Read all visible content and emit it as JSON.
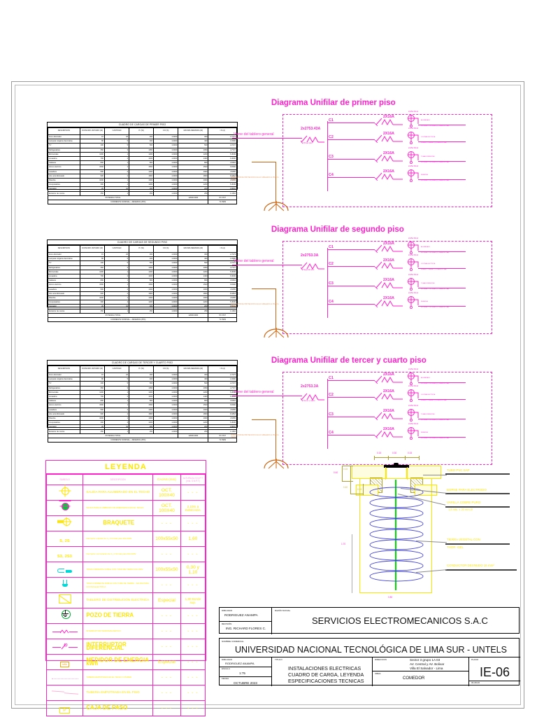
{
  "sheet": {
    "load_tables": [
      {
        "title": "CUADRO DE CARGAS DE PRIMER PISO",
        "headers": [
          "DESCRIPCION",
          "CONSUMO UNITARIO (W)",
          "CANTIDAD",
          "P.I (W)",
          "F.D (%)",
          "MAXIMA DEMANDA (W)",
          "I.N (A)"
        ],
        "rows": [
          [
            "Foco ahorrador",
            "15",
            "20",
            "300",
            "1.0000",
            "300",
            "2.7273"
          ],
          [
            "Lampara colgante decorativa",
            "80",
            "5",
            "400",
            "1.0000",
            "400",
            "1.8182"
          ],
          [
            "TV",
            "100",
            "5",
            "500",
            "1.0000",
            "500",
            "2.2727"
          ],
          [
            "Refrigeradora",
            "350",
            "3",
            "1050",
            "1.0000",
            "1050",
            "4.7727"
          ],
          [
            "Microondas",
            "1200",
            "1",
            "1200",
            "1.0000",
            "1200",
            "5.4545"
          ],
          [
            "Licuadora",
            "700",
            "2",
            "1400",
            "1.0000",
            "1400",
            "6.3636"
          ],
          [
            "Cafetera",
            "800",
            "1",
            "800",
            "1.0000",
            "800",
            "3.6364"
          ],
          [
            "Horno electrico",
            "1500",
            "1",
            "1500",
            "1.0000",
            "1500",
            "6.8182"
          ],
          [
            "Lavadora",
            "500",
            "2",
            "1000",
            "1.0000",
            "1000",
            "4.5455"
          ],
          [
            "Aire acondicionado",
            "900",
            "2",
            "1800",
            "1.0000",
            "1800",
            "8.1818"
          ],
          [
            "Plancha",
            "1000",
            "1",
            "1000",
            "1.0000",
            "1000",
            "4.5455"
          ],
          [
            "Computadora",
            "300",
            "4",
            "1200",
            "1.0000",
            "1200",
            "5.4545"
          ],
          [
            "Cargador",
            "20",
            "10",
            "200",
            "1.0000",
            "200",
            "0.9091"
          ],
          [
            "Extractor de cocina",
            "250",
            "1",
            "250",
            "1.0000",
            "250",
            "1.1364"
          ]
        ],
        "total_label": "POTENCIA TOTAL",
        "total_value": "12600.0000",
        "total_current": "57.2727",
        "reserve_label": "CORRIENTE NOMINAL + RESERVA (25%)",
        "reserve_value": "71.5909"
      },
      {
        "title": "CUADRO DE CARGAS DE SEGUNDO PISO",
        "headers": [
          "DESCRIPCION",
          "CONSUMO UNITARIO (W)",
          "CANTIDAD",
          "P.I (W)",
          "F.D (%)",
          "MAXIMA DEMANDA (W)",
          "I.N (A)"
        ],
        "rows": [
          [
            "Foco ahorrador",
            "15",
            "20",
            "300",
            "1.0000",
            "300",
            "2.7273"
          ],
          [
            "Lampara colgante decorativa",
            "80",
            "5",
            "400",
            "1.0000",
            "400",
            "1.8182"
          ],
          [
            "TV",
            "100",
            "5",
            "500",
            "1.0000",
            "500",
            "2.2727"
          ],
          [
            "Refrigeradora",
            "350",
            "3",
            "1050",
            "1.0000",
            "1050",
            "4.7727"
          ],
          [
            "Microondas",
            "1200",
            "1",
            "1200",
            "1.0000",
            "1200",
            "5.4545"
          ],
          [
            "Licuadora",
            "700",
            "2",
            "1400",
            "1.0000",
            "1400",
            "6.3636"
          ],
          [
            "Cafetera",
            "800",
            "1",
            "800",
            "1.0000",
            "800",
            "3.6364"
          ],
          [
            "Horno electrico",
            "1500",
            "1",
            "1500",
            "1.0000",
            "1500",
            "6.8182"
          ],
          [
            "Lavadora",
            "500",
            "2",
            "1000",
            "1.0000",
            "1000",
            "4.5455"
          ],
          [
            "Aire acondicionado",
            "900",
            "2",
            "1800",
            "1.0000",
            "1800",
            "8.1818"
          ],
          [
            "Plancha",
            "1000",
            "1",
            "1000",
            "1.0000",
            "1000",
            "4.5455"
          ],
          [
            "Computadora",
            "300",
            "4",
            "1200",
            "1.0000",
            "1200",
            "5.4545"
          ],
          [
            "Cargador",
            "20",
            "10",
            "200",
            "1.0000",
            "200",
            "0.9091"
          ],
          [
            "Extractor de cocina",
            "250",
            "1",
            "250",
            "1.0000",
            "250",
            "1.1364"
          ]
        ],
        "total_label": "POTENCIA TOTAL",
        "total_value": "12600.0000",
        "total_current": "57.2727",
        "reserve_label": "CORRIENTE NOMINAL + RESERVA (25%)",
        "reserve_value": "71.5909"
      },
      {
        "title": "CUADRO DE CARGAS DE TERCER Y CUARTO PISO",
        "headers": [
          "DESCRIPCION",
          "CONSUMO UNITARIO (W)",
          "CANTIDAD",
          "P.I (W)",
          "F.D (%)",
          "MAXIMA DEMANDA (W)",
          "I.N (A)"
        ],
        "rows": [
          [
            "Foco ahorrador",
            "15",
            "20",
            "300",
            "1.0000",
            "300",
            "2.7273"
          ],
          [
            "Lampara colgante decorativa",
            "80",
            "5",
            "400",
            "1.0000",
            "400",
            "1.8182"
          ],
          [
            "TV",
            "100",
            "5",
            "500",
            "1.0000",
            "500",
            "2.2727"
          ],
          [
            "Refrigeradora",
            "350",
            "3",
            "1050",
            "1.0000",
            "1050",
            "4.7727"
          ],
          [
            "Microondas",
            "1200",
            "1",
            "1200",
            "1.0000",
            "1200",
            "5.4545"
          ],
          [
            "Licuadora",
            "700",
            "2",
            "1400",
            "1.0000",
            "1400",
            "6.3636"
          ],
          [
            "Cafetera",
            "800",
            "1",
            "800",
            "1.0000",
            "800",
            "3.6364"
          ],
          [
            "Horno electrico",
            "1500",
            "1",
            "1500",
            "1.0000",
            "1500",
            "6.8182"
          ],
          [
            "Lavadora",
            "500",
            "2",
            "1000",
            "1.0000",
            "1000",
            "4.5455"
          ],
          [
            "Aire acondicionado",
            "900",
            "2",
            "1800",
            "1.0000",
            "1800",
            "8.1818"
          ],
          [
            "Plancha",
            "1000",
            "1",
            "1000",
            "1.0000",
            "1000",
            "4.5455"
          ],
          [
            "Computadora",
            "300",
            "4",
            "1200",
            "1.0000",
            "1200",
            "5.4545"
          ],
          [
            "Cargador",
            "20",
            "10",
            "200",
            "1.0000",
            "200",
            "0.9091"
          ],
          [
            "Extractor de cocina",
            "250",
            "1",
            "250",
            "1.0000",
            "250",
            "1.1364"
          ]
        ],
        "total_label": "POTENCIA TOTAL",
        "total_value": "12600.0000",
        "total_current": "57.2727",
        "reserve_label": "CORRIENTE NOMINAL + RESERVA (25%)",
        "reserve_value": "71.5909"
      }
    ],
    "leyenda": {
      "title": "LEYENDA",
      "headers": [
        "SIMBOLO",
        "DESCRIPCION",
        "CAJAS (mm)",
        "ALTURA AL S.N.P.T (mts. S.N.P.T)"
      ],
      "rows": [
        {
          "symbol": "ceiling-light-outlet",
          "desc": "SALIDA PARA ALUMBRADO EN EL TECHO",
          "cajas": "OCT. 100X40",
          "altura": "- - -"
        },
        {
          "symbol": "ceiling-light-outlet-filled",
          "desc": "SALIDA PARA ALUMBRADO DE EMERGENCIA EN EL TECHO",
          "cajas": "OCT. 100X40",
          "altura": "2,10m a INDICADA"
        },
        {
          "symbol": "braquete",
          "desc": "BRAQUETE",
          "cajas": "- - -",
          "altura": "- - -"
        },
        {
          "symbol": "switch-simple",
          "desc": "Interruptor unipolar de 1 y 2 formas para 10A 220V",
          "cajas": "100x55x50",
          "altura": "1,60",
          "sym_text": "S, 2S"
        },
        {
          "symbol": "switch-triple",
          "desc": "Interruptor conmutacion de 1 y 2 formas para 10A 220V",
          "cajas": "- - -",
          "altura": "- - -",
          "sym_text": "S3, 2S3"
        },
        {
          "symbol": "tomacorriente",
          "desc": "TOMACORRIENTE DOBLE CON TOMA DE TIERRA 16A 220V",
          "cajas": "100x55x50",
          "altura": "0,30 y 1,10"
        },
        {
          "symbol": "tomacorriente-alto",
          "desc": "TOMA CORRIENTE DOBLE CON TOMA DE TIERRA - SALIDA PARA COCINA ELECTRICA",
          "cajas": "- - -",
          "altura": "- - -"
        },
        {
          "symbol": "tablero",
          "desc": "TABLERO DE DISTRIBUCION ELECTRICA",
          "cajas": "Especial",
          "altura": "1,80 Borde sup."
        },
        {
          "symbol": "pozo-tierra",
          "desc": "POZO DE TIERRA",
          "cajas": "- - -",
          "altura": "- - -"
        },
        {
          "symbol": "interruptor-termomagnetico",
          "desc": "INTERRUPTOR TERMOMAGNETICO",
          "cajas": "- - -",
          "altura": "- - -"
        },
        {
          "symbol": "interruptor-diferencial",
          "desc": "INTERRUPTOR DIFERENCIAL",
          "cajas": "- - -",
          "altura": "- - -"
        },
        {
          "symbol": "medidor-kwh",
          "desc": "MEDIDOR DE ENERGIA kWh",
          "cajas": "Especial",
          "altura": "- - -",
          "sym_text": "kWh"
        },
        {
          "symbol": "tuberia-techo",
          "desc": "TUBERIA EMPOTRADA EN EL TECHO O PARED",
          "cajas": "- - -",
          "altura": "- - -"
        },
        {
          "symbol": "tuberia-piso",
          "desc": "TUBERIA EMPOTRADA EN EL PISO",
          "cajas": "- - -",
          "altura": "- - -"
        },
        {
          "symbol": "caja-de-paso",
          "desc": "CAJA DE PASO",
          "cajas": "- - -",
          "altura": "- - -",
          "sym_text": "P"
        }
      ]
    },
    "unifilares": [
      {
        "title": "Diagrama Unifilar de primer piso",
        "feed_label": "Viene del tablero general",
        "main_breaker": "2x2753.43A",
        "main_sub": "Primer piso",
        "ground_note": "CONDUCTOR DE PROTECCION 10mm2 CABLEADO AL POZO A TIERRA",
        "circuits": [
          {
            "id": "C1",
            "breaker": "2X16A",
            "diff": "2x25A 30mA",
            "desc": "ALUMBRADO",
            "sub": "2x2.5mm2 + 1x2.5mm2 (T) 20mmPVC-SAP"
          },
          {
            "id": "C2",
            "breaker": "2X16A",
            "diff": "2x25A 30mA",
            "desc": "COCINA ELECTRICA",
            "sub": "2x4mm2 + 1x4mm2 (T) 25mmPVC-SAP"
          },
          {
            "id": "C3",
            "breaker": "2X16A",
            "diff": "2x25A 30mA",
            "desc": "TOMACORRIENTES",
            "sub": "2x2.5mm2 + 1x2.5mm2 (T) 20mmPVC-SAP"
          },
          {
            "id": "C4",
            "breaker": "2X16A",
            "diff": "2x25A 30mA",
            "desc": "RESERVA",
            "sub": "2x2.5mm2 + 1x2.5mm2 (T) 20mmPVC-SAP"
          }
        ]
      },
      {
        "title": "Diagrama Unifilar de segundo piso",
        "feed_label": "Viene del tablero general",
        "main_breaker": "2x2753.3A",
        "main_sub": "Segundo piso",
        "ground_note": "CONDUCTOR DE PROTECCION 10mm2 CABLEADO AL POZO A TIERRA",
        "circuits": [
          {
            "id": "C1",
            "breaker": "2X16A",
            "diff": "2x25A 30mA",
            "desc": "ALUMBRADO",
            "sub": "2x2.5mm2 + 1x2.5mm2 (T) 20mmPVC-SAP"
          },
          {
            "id": "C2",
            "breaker": "2X16A",
            "diff": "2x25A 30mA",
            "desc": "COCINA ELECTRICA",
            "sub": "2x4mm2 + 1x4mm2 (T) 25mmPVC-SAP"
          },
          {
            "id": "C3",
            "breaker": "2X16A",
            "diff": "2x25A 30mA",
            "desc": "TOMACORRIENTES",
            "sub": "2x2.5mm2 + 1x2.5mm2 (T) 20mmPVC-SAP"
          },
          {
            "id": "C4",
            "breaker": "2X16A",
            "diff": "2x25A 30mA",
            "desc": "RESERVA",
            "sub": "2x2.5mm2 + 1x2.5mm2 (T) 20mmPVC-SAP"
          }
        ]
      },
      {
        "title": "Diagrama Unifilar de tercer y cuarto piso",
        "feed_label": "Viene del tablero general",
        "main_breaker": "2x2753.3A",
        "main_sub": "Tercer y cuarto",
        "ground_note": "CONDUCTOR DE PROTECCION 10mm2 CABLEADO AL POZO A TIERRA",
        "circuits": [
          {
            "id": "C1",
            "breaker": "2X16A",
            "diff": "2x25A 30mA",
            "desc": "ALUMBRADO",
            "sub": "2x2.5mm2 + 1x2.5mm2 (T) 20mmPVC-SAP"
          },
          {
            "id": "C2",
            "breaker": "2X16A",
            "diff": "2x25A 30mA",
            "desc": "COCINA ELECTRICA",
            "sub": "2x4mm2 + 1x4mm2 (T) 25mmPVC-SAP"
          },
          {
            "id": "C3",
            "breaker": "2X16A",
            "diff": "2x25A 30mA",
            "desc": "TOMACORRIENTES",
            "sub": "2x2.5mm2 + 1x2.5mm2 (T) 20mmPVC-SAP"
          },
          {
            "id": "C4",
            "breaker": "2X16A",
            "diff": "2x25A 30mA",
            "desc": "RESERVA",
            "sub": "2x2.5mm2 + 1x2.5mm2 (T) 20mmPVC-SAP"
          }
        ]
      }
    ],
    "pozo_detalle": {
      "labels": [
        "TUBO PVC SAP",
        "BORNE PARA ELECTRODO",
        "VARILLA COBRE PURO",
        "1,8 mts. x 20 mm Ø",
        "TIERRA VEGETAL CON",
        "THOR -GEL",
        "CONDUCTOR DESNUDO 16 mm²"
      ],
      "dims": {
        "top_left": "0.15",
        "top_mid": "0.30",
        "top_right": "0.15",
        "side_a": "0.40",
        "side_b": "0.15",
        "side_c": "0.40",
        "side_d": "0.15",
        "depth": "1.70",
        "width": "0.80"
      }
    },
    "title_block": {
      "dibujado_cap": "DIBUJADO",
      "dibujado_val": "RODRIGUEZ ANAMPA",
      "revision_cap": "REVISIÓN",
      "revision_val": "ING. RICHARD FLORES C.",
      "razon_social_cap": "RAZÓN SOCIAL",
      "razon_social_val": "SERVICIOS ELECTROMECANICOS S.A.C",
      "nombre_comercial_cap": "NOMBRE COMERCIAL",
      "nombre_comercial_val": "UNIVERSIDAD NACIONAL TECNOLÓGICA DE LIMA SUR - UNTELS",
      "dibujado2_cap": "DIBUJADO",
      "dibujado2_val": "RODRIGUEZ ANAMPA",
      "escala_cap": "ESCALA",
      "escala_val": "1:75",
      "fecha_cap": "FECHA",
      "fecha_val": "OCTUBRE 2023",
      "titulo_cap": "TITULO",
      "titulo_lines": [
        "INSTALACIONES ELECTRICAS",
        "CUADRO DE CARGA, LEYENDA",
        "ESPECIFICACIONES TECNICAS"
      ],
      "direccion_cap": "DIRECCION",
      "direccion_lines": [
        "Sector 3 grupo 1A 03",
        "AV. Central y AV. Bolivar",
        "Villa El Salvador - Lima"
      ],
      "obra_cap": "OBRA",
      "obra_val": "COMEDOR",
      "plano_cap": "PLANO",
      "plano_val": "IE-06",
      "plano_sub": "06-08-06"
    }
  }
}
